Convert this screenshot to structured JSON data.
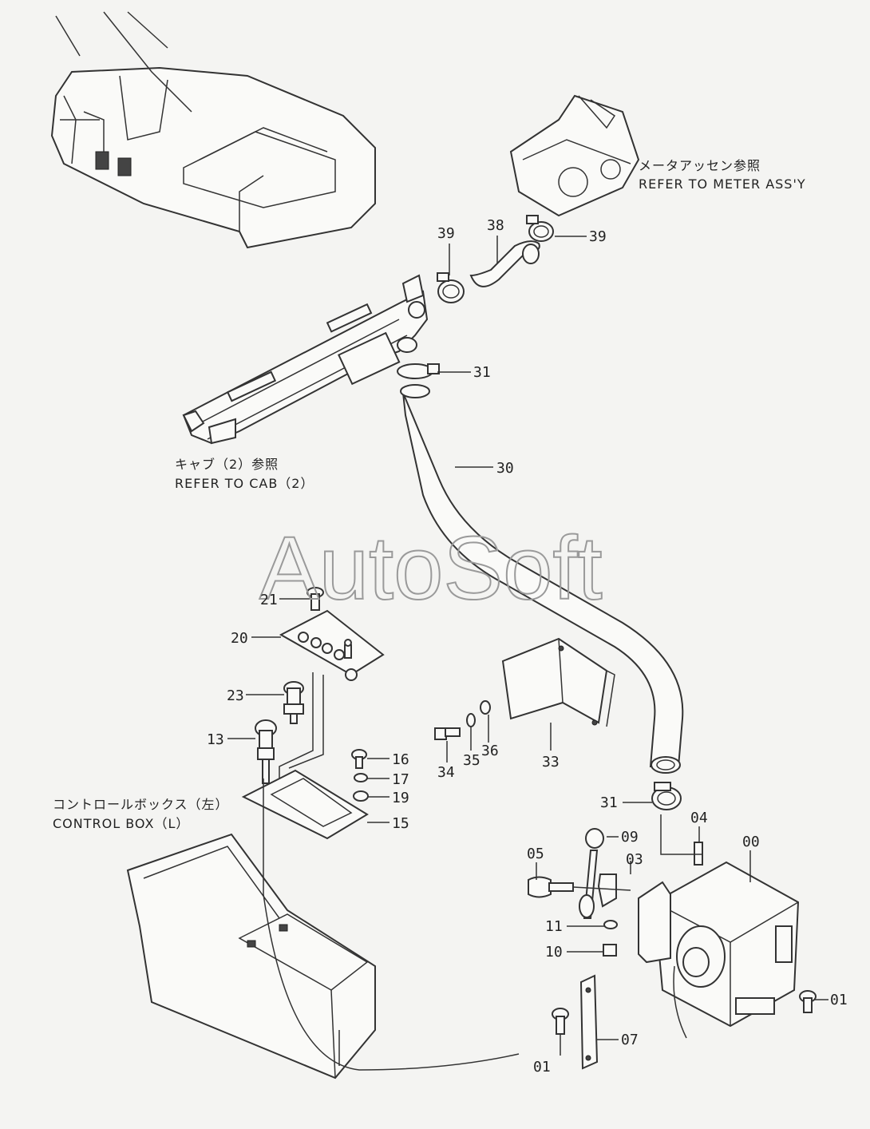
{
  "watermark": "AutoSoft",
  "notes": {
    "meter_jp": "メータアッセン参照",
    "meter_en": "REFER TO METER ASS'Y",
    "cab_jp": "キャブ（2）参照",
    "cab_en": "REFER TO CAB（2）",
    "box_jp": "コントロールボックス（左）",
    "box_en": "CONTROL BOX（L）"
  },
  "part_numbers": {
    "p39a": "39",
    "p38": "38",
    "p39b": "39",
    "p31a": "31",
    "p30": "30",
    "p21": "21",
    "p20": "20",
    "p23": "23",
    "p13": "13",
    "p16": "16",
    "p17": "17",
    "p19": "19",
    "p15": "15",
    "p34": "34",
    "p35": "35",
    "p36": "36",
    "p33": "33",
    "p31b": "31",
    "p04": "04",
    "p00": "00",
    "p09": "09",
    "p05": "05",
    "p03": "03",
    "p11": "11",
    "p10": "10",
    "p01a": "01",
    "p01b": "01",
    "p07": "07"
  }
}
